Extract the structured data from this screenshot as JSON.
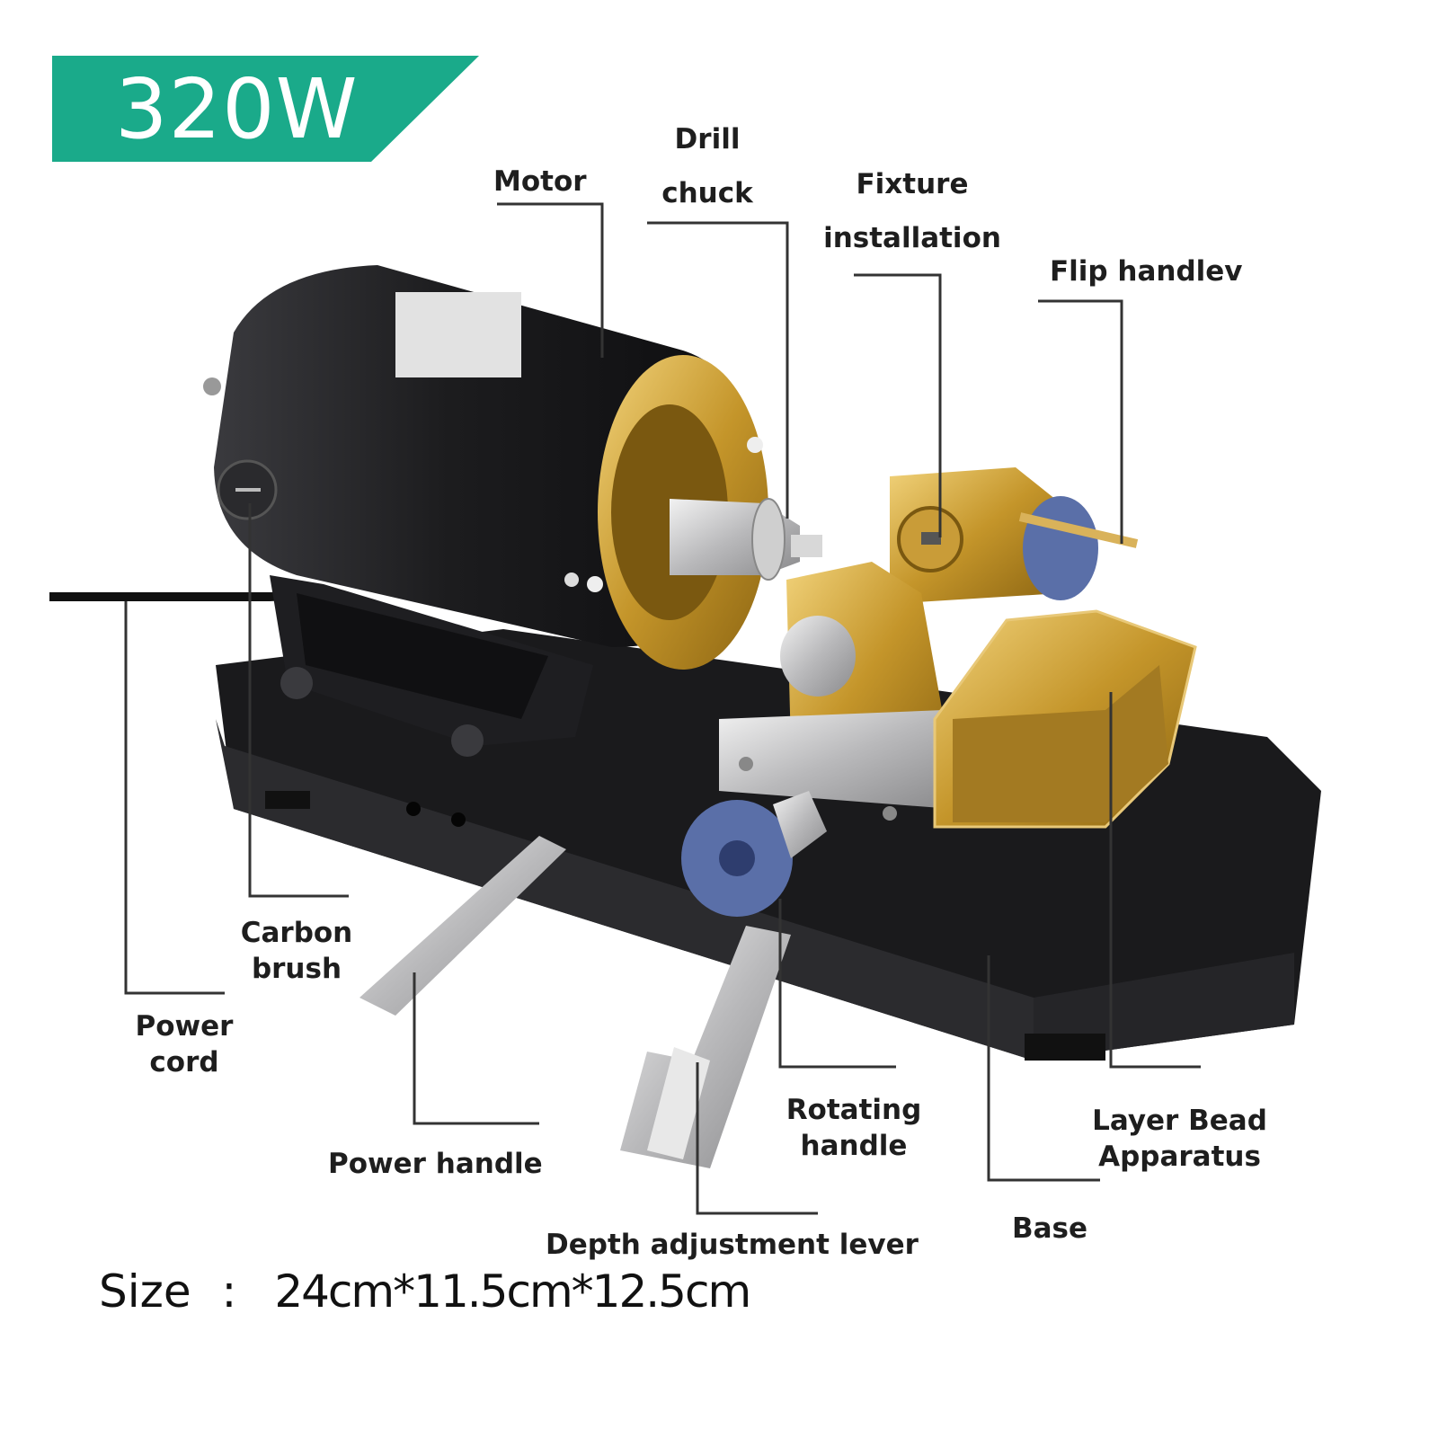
{
  "power_banner": {
    "text": "320W",
    "color": "#1aaa8a"
  },
  "labels": {
    "motor": "Motor",
    "drill_chuck_line1": "Drill",
    "drill_chuck_line2": "chuck",
    "fixture_line1": "Fixture",
    "fixture_line2": "installation",
    "flip_handle": "Flip handlev",
    "carbon_brush_line1": "Carbon",
    "carbon_brush_line2": "brush",
    "power_cord_line1": "Power",
    "power_cord_line2": "cord",
    "power_handle": "Power handle",
    "rotating_handle_line1": "Rotating",
    "rotating_handle_line2": "handle",
    "layer_bead_line1": "Layer Bead",
    "layer_bead_line2": "Apparatus",
    "base": "Base",
    "depth_lever": "Depth adjustment lever"
  },
  "size": {
    "label": "Size",
    "separator": ":",
    "value": "24cm*11.5cm*12.5cm"
  },
  "icons": [
    "motor-body",
    "drill-chuck",
    "fixture-block",
    "gold-tray",
    "rotating-knob",
    "base-plate"
  ],
  "colors": {
    "motor": "#1c1c1e",
    "brass": "#c89a2e",
    "knob": "#5a6fa8",
    "base": "#202022",
    "leader": "#333333"
  }
}
